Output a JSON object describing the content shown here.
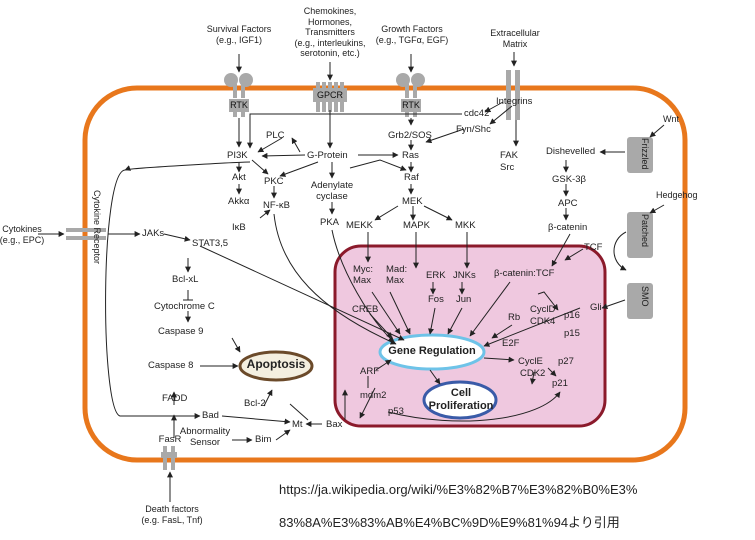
{
  "extracellular": {
    "survival": "Survival Factors\n(e.g., IGF1)",
    "chemokines": "Chemokines,\nHormones,\nTransmitters\n(e.g., interleukins,\nserotonin, etc.)",
    "growth": "Growth Factors\n(e.g., TGFα, EGF)",
    "matrix": "Extracellular\nMatrix",
    "wnt": "Wnt",
    "hedgehog": "Hedgehog",
    "cytokines": "Cytokines\n(e.g., EPC)",
    "death": "Death factors\n(e.g. FasL, Tnf)"
  },
  "receptors": {
    "rtk1": "RTK",
    "gpcr": "GPCR",
    "rtk2": "RTK",
    "integrins": "Integrins",
    "frizzled": "Frizzled",
    "patched": "Patched",
    "smo": "SMO",
    "cytokine_receptor": "Cytokine Receptor",
    "fasr": "FasR"
  },
  "nodes": {
    "cdc42": "cdc42",
    "plc": "PLC",
    "fyn_shc": "Fyn/Shc",
    "grb2_sos": "Grb2/SOS",
    "pi3k": "PI3K",
    "g_protein": "G-Protein",
    "ras": "Ras",
    "fak": "FAK",
    "src": "Src",
    "akt": "Akt",
    "pkc": "PKC",
    "adenylate": "Adenylate\ncyclase",
    "raf": "Raf",
    "akka": "Akkα",
    "nfkb": "NF-κB",
    "ikb": "IκB",
    "pka": "PKA",
    "mek": "MEK",
    "dishevelled": "Dishevelled",
    "gsk3b": "GSK-3β",
    "apc": "APC",
    "b_catenin": "β-catenin",
    "tcf": "TCF",
    "jaks": "JAKs",
    "stat": "STAT3,5",
    "bclxl": "Bcl-xL",
    "cytochrome": "Cytochrome C",
    "caspase9": "Caspase 9",
    "caspase8": "Caspase 8",
    "fadd": "FADD",
    "bad": "Bad",
    "bcl2": "Bcl-2",
    "abnormality": "Abnormality\nSensor",
    "bim": "Bim",
    "mt": "Mt",
    "bax": "Bax",
    "mekk": "MEKK",
    "mapk": "MAPK",
    "mkk": "MKK",
    "myc": "Myc:\nMax",
    "mad": "Mad:\nMax",
    "erk": "ERK",
    "fos": "Fos",
    "jnks": "JNKs",
    "jun": "Jun",
    "bcat_tcf": "β-catenin:TCF",
    "creb": "CREB",
    "rb": "Rb",
    "cycld": "CyclD",
    "cdk4": "CDK4",
    "p16": "p16",
    "p15": "p15",
    "e2f": "E2F",
    "cycle": "CyclE",
    "cdk2": "CDK2",
    "p27": "p27",
    "p21": "p21",
    "arf": "ARF",
    "mdm2": "mdm2",
    "p53": "p53",
    "gli": "Gli"
  },
  "outcomes": {
    "gene_regulation": "Gene Regulation",
    "cell_proliferation": "Cell\nProliferation",
    "apoptosis": "Apoptosis"
  },
  "source_text": {
    "line1": "https://ja.wikipedia.org/wiki/%E3%82%B7%E3%82%B0%E3%",
    "line2": "83%8A%E3%83%AB%E4%BC%9D%E9%81%94より引用"
  },
  "colors": {
    "membrane": "#E8771C",
    "nucleus_border": "#8B1A2B",
    "nucleus_fill": "#EFC8DF",
    "receptor_gray": "#A9A9A9",
    "gene_regulation_border": "#6EC3E8",
    "cell_proliferation_border": "#3A5BA8",
    "apoptosis_border": "#6B4A2A",
    "apoptosis_fill": "#F4EFE0"
  }
}
